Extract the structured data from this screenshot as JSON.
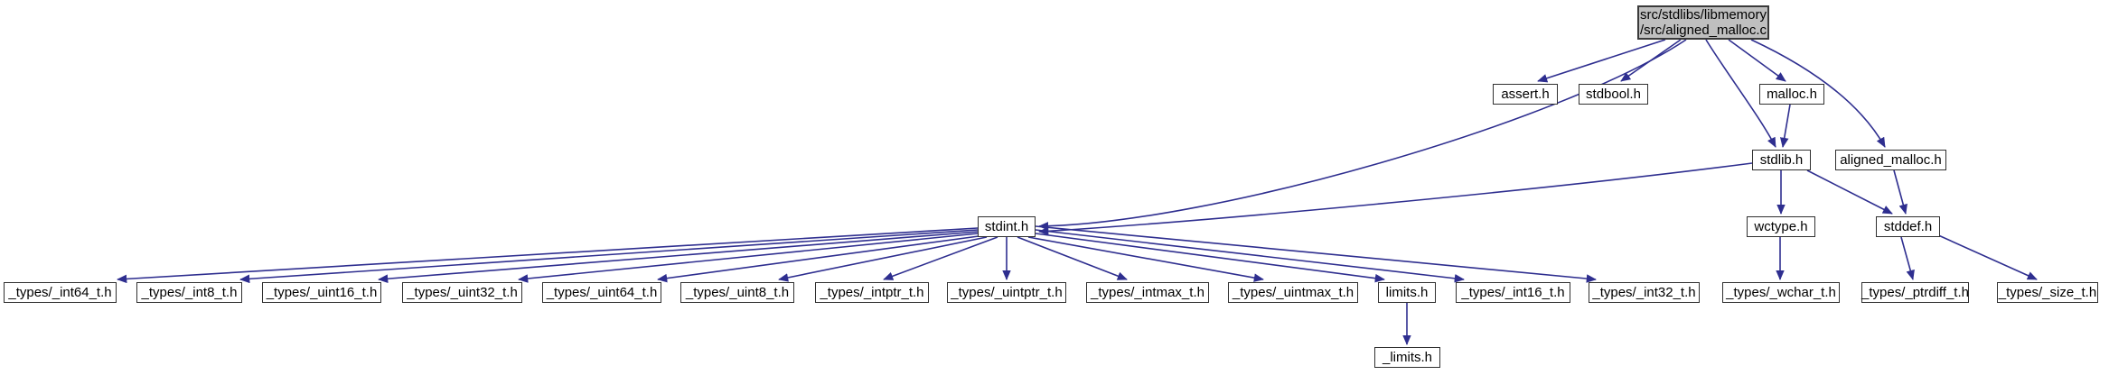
{
  "diagram": {
    "type": "include-dependency-graph",
    "root": {
      "label_line1": "src/stdlibs/libmemory",
      "label_line2": "/src/aligned_malloc.c"
    },
    "nodes": {
      "assert": "assert.h",
      "stdbool": "stdbool.h",
      "malloc": "malloc.h",
      "stdlib": "stdlib.h",
      "aligned_malloc": "aligned_malloc.h",
      "stdint": "stdint.h",
      "wctype": "wctype.h",
      "stddef": "stddef.h",
      "int64": "_types/_int64_t.h",
      "int8": "_types/_int8_t.h",
      "uint16": "_types/_uint16_t.h",
      "uint32": "_types/_uint32_t.h",
      "uint64": "_types/_uint64_t.h",
      "uint8": "_types/_uint8_t.h",
      "intptr": "_types/_intptr_t.h",
      "uintptr": "_types/_uintptr_t.h",
      "intmax": "_types/_intmax_t.h",
      "uintmax": "_types/_uintmax_t.h",
      "limits": "limits.h",
      "int16": "_types/_int16_t.h",
      "int32": "_types/_int32_t.h",
      "wchar": "_types/_wchar_t.h",
      "ptrdiff": "_types/_ptrdiff_t.h",
      "size": "_types/_size_t.h",
      "_limits": "_limits.h"
    },
    "edges": [
      {
        "from": "src/stdlibs/libmemory/src/aligned_malloc.c",
        "to": "assert.h"
      },
      {
        "from": "src/stdlibs/libmemory/src/aligned_malloc.c",
        "to": "stdbool.h"
      },
      {
        "from": "src/stdlibs/libmemory/src/aligned_malloc.c",
        "to": "malloc.h"
      },
      {
        "from": "src/stdlibs/libmemory/src/aligned_malloc.c",
        "to": "stdlib.h"
      },
      {
        "from": "src/stdlibs/libmemory/src/aligned_malloc.c",
        "to": "aligned_malloc.h"
      },
      {
        "from": "src/stdlibs/libmemory/src/aligned_malloc.c",
        "to": "stdint.h"
      },
      {
        "from": "malloc.h",
        "to": "stdlib.h"
      },
      {
        "from": "stdlib.h",
        "to": "wctype.h"
      },
      {
        "from": "stdlib.h",
        "to": "stddef.h"
      },
      {
        "from": "stdlib.h",
        "to": "stdint.h"
      },
      {
        "from": "aligned_malloc.h",
        "to": "stddef.h"
      },
      {
        "from": "wctype.h",
        "to": "_types/_wchar_t.h"
      },
      {
        "from": "stddef.h",
        "to": "_types/_ptrdiff_t.h"
      },
      {
        "from": "stddef.h",
        "to": "_types/_size_t.h"
      },
      {
        "from": "stdint.h",
        "to": "_types/_int64_t.h"
      },
      {
        "from": "stdint.h",
        "to": "_types/_int8_t.h"
      },
      {
        "from": "stdint.h",
        "to": "_types/_uint16_t.h"
      },
      {
        "from": "stdint.h",
        "to": "_types/_uint32_t.h"
      },
      {
        "from": "stdint.h",
        "to": "_types/_uint64_t.h"
      },
      {
        "from": "stdint.h",
        "to": "_types/_uint8_t.h"
      },
      {
        "from": "stdint.h",
        "to": "_types/_intptr_t.h"
      },
      {
        "from": "stdint.h",
        "to": "_types/_uintptr_t.h"
      },
      {
        "from": "stdint.h",
        "to": "_types/_intmax_t.h"
      },
      {
        "from": "stdint.h",
        "to": "_types/_uintmax_t.h"
      },
      {
        "from": "stdint.h",
        "to": "limits.h"
      },
      {
        "from": "stdint.h",
        "to": "_types/_int16_t.h"
      },
      {
        "from": "stdint.h",
        "to": "_types/_int32_t.h"
      },
      {
        "from": "limits.h",
        "to": "_limits.h"
      }
    ],
    "colors": {
      "edge": "#2e2e8f",
      "node_border": "#303030",
      "node_fill": "#ffffff",
      "root_fill": "#bfbfbf",
      "background": "#ffffff"
    }
  }
}
